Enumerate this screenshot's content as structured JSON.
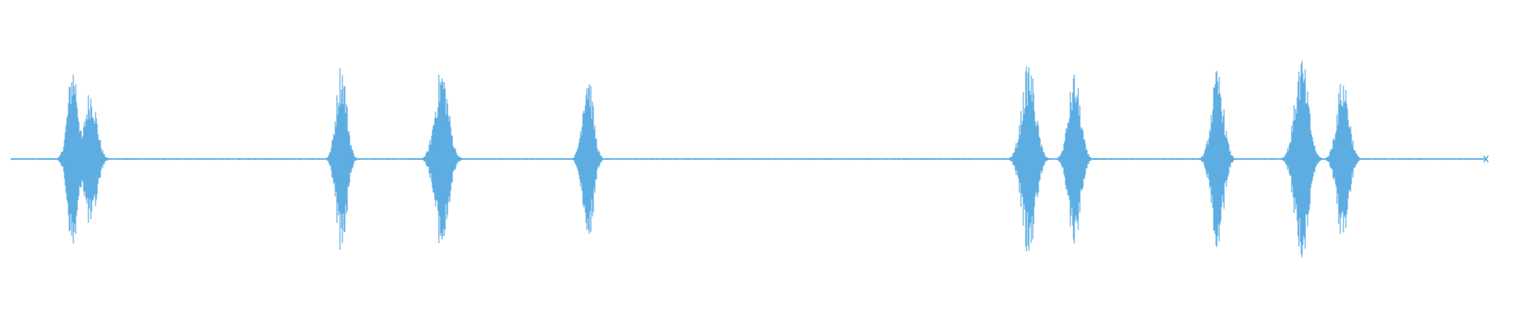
{
  "waveform": {
    "color": "#5dade2",
    "background": "#ffffff",
    "duration_fraction_start": 0.0,
    "duration_fraction_end": 1.0,
    "bursts": [
      {
        "center": 0.042,
        "amp": 0.92,
        "sub": [
          {
            "c": 0.042,
            "a": 0.92,
            "w": 0.0035
          },
          {
            "c": 0.054,
            "a": 0.68,
            "w": 0.004
          }
        ]
      },
      {
        "center": 0.224,
        "amp": 0.93,
        "sub": [
          {
            "c": 0.224,
            "a": 0.93,
            "w": 0.0035
          }
        ]
      },
      {
        "center": 0.292,
        "amp": 0.88,
        "sub": [
          {
            "c": 0.292,
            "a": 0.88,
            "w": 0.0045
          }
        ]
      },
      {
        "center": 0.391,
        "amp": 0.87,
        "sub": [
          {
            "c": 0.391,
            "a": 0.87,
            "w": 0.0035
          }
        ]
      },
      {
        "center": 0.69,
        "amp": 0.92,
        "sub": [
          {
            "c": 0.69,
            "a": 0.92,
            "w": 0.0045
          },
          {
            "c": 0.721,
            "a": 0.82,
            "w": 0.004
          }
        ]
      },
      {
        "center": 0.818,
        "amp": 0.85,
        "sub": [
          {
            "c": 0.818,
            "a": 0.85,
            "w": 0.004
          }
        ]
      },
      {
        "center": 0.875,
        "amp": 0.97,
        "sub": [
          {
            "c": 0.875,
            "a": 0.97,
            "w": 0.0045
          },
          {
            "c": 0.903,
            "a": 0.8,
            "w": 0.004
          }
        ]
      }
    ],
    "end_marker": 0.977
  }
}
